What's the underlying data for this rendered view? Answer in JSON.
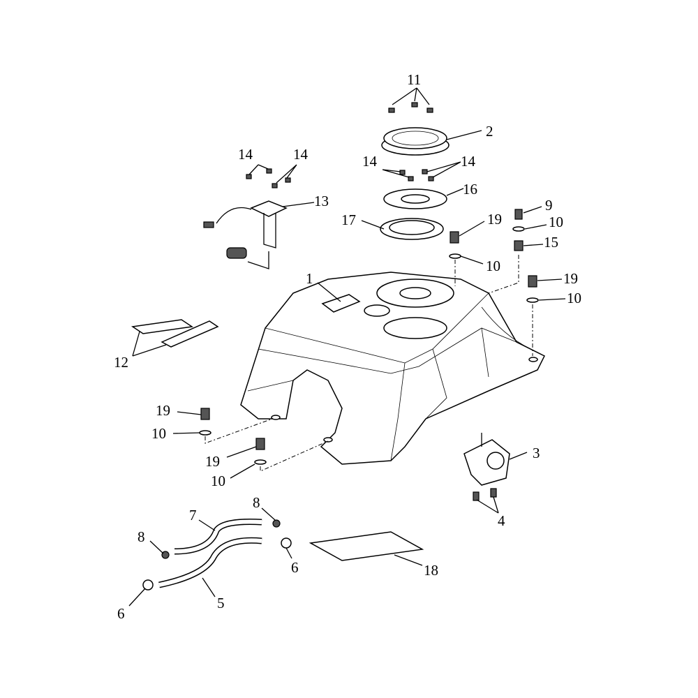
{
  "diagram": {
    "type": "exploded-parts-diagram",
    "callouts": {
      "c1": "1",
      "c2": "2",
      "c3": "3",
      "c4": "4",
      "c5": "5",
      "c6a": "6",
      "c6b": "6",
      "c7": "7",
      "c8a": "8",
      "c8b": "8",
      "c9": "9",
      "c10a": "10",
      "c10b": "10",
      "c10c": "10",
      "c10d": "10",
      "c10e": "10",
      "c11": "11",
      "c12": "12",
      "c13": "13",
      "c14a": "14",
      "c14b": "14",
      "c14c": "14",
      "c14d": "14",
      "c15": "15",
      "c16": "16",
      "c17": "17",
      "c18": "18",
      "c19a": "19",
      "c19b": "19",
      "c19c": "19",
      "c19d": "19"
    }
  }
}
